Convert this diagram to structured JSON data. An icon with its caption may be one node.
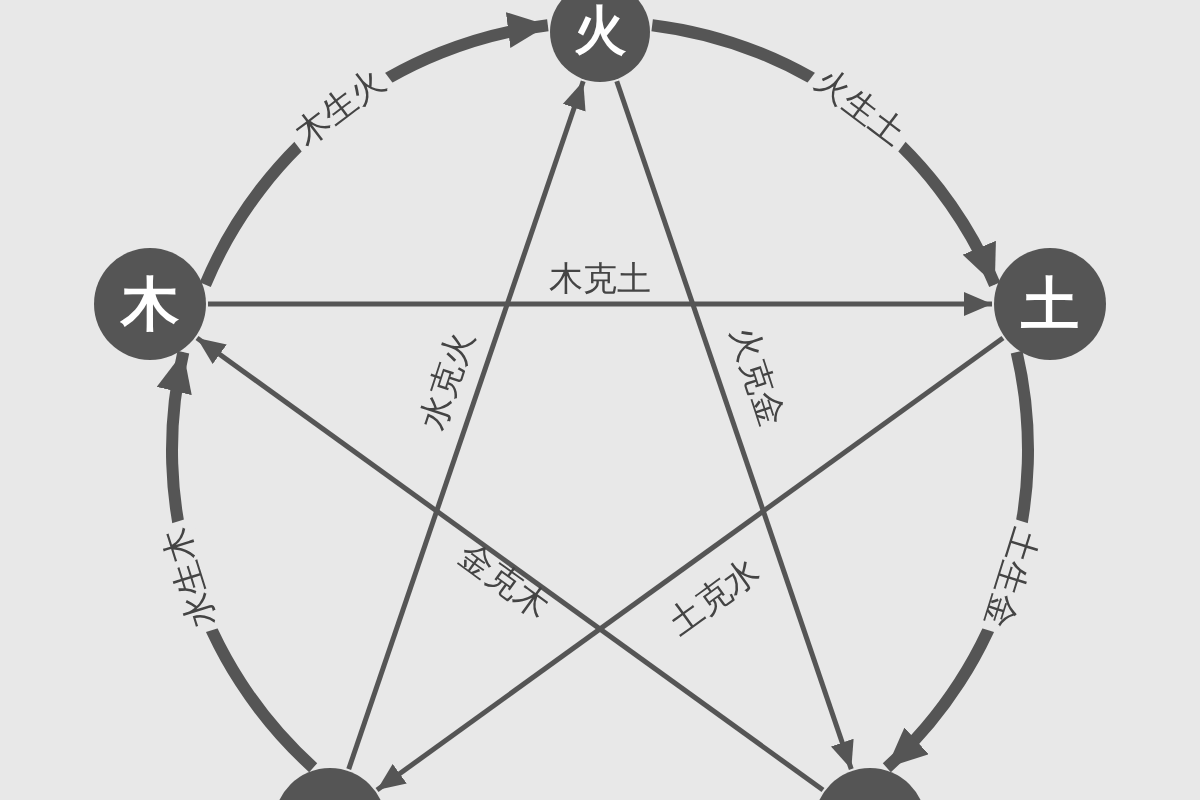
{
  "diagram": {
    "nodes": [
      {
        "text": [
          "火"
        ]
      },
      {
        "text": [
          "木"
        ]
      },
      {
        "text": [
          "土"
        ]
      },
      {
        "text": [],
        "shape": "circle"
      },
      {
        "text": [],
        "shape": "circle"
      }
    ],
    "edges": [
      {
        "from": 1,
        "to": 0,
        "arrow": "to",
        "label": "木生火",
        "style": "thick"
      },
      {
        "from": 0,
        "to": 2,
        "arrow": "to",
        "label": "火生土",
        "style": "thick"
      },
      {
        "from": 2,
        "to": 4,
        "arrow": "to",
        "label": "土生金",
        "style": "thick"
      },
      {
        "from": 3,
        "to": 1,
        "arrow": "to",
        "label": "水生木",
        "style": "thick"
      },
      {
        "from": 1,
        "to": 2,
        "arrow": "to",
        "label": "木克土"
      },
      {
        "from": 0,
        "to": 4,
        "arrow": "to",
        "label": "火克金"
      },
      {
        "from": 2,
        "to": 3,
        "arrow": "to",
        "label": "土克水"
      },
      {
        "from": 4,
        "to": 1,
        "arrow": "to",
        "label": "金克木"
      },
      {
        "from": 3,
        "to": 0,
        "arrow": "to",
        "label": "水克火"
      }
    ]
  }
}
